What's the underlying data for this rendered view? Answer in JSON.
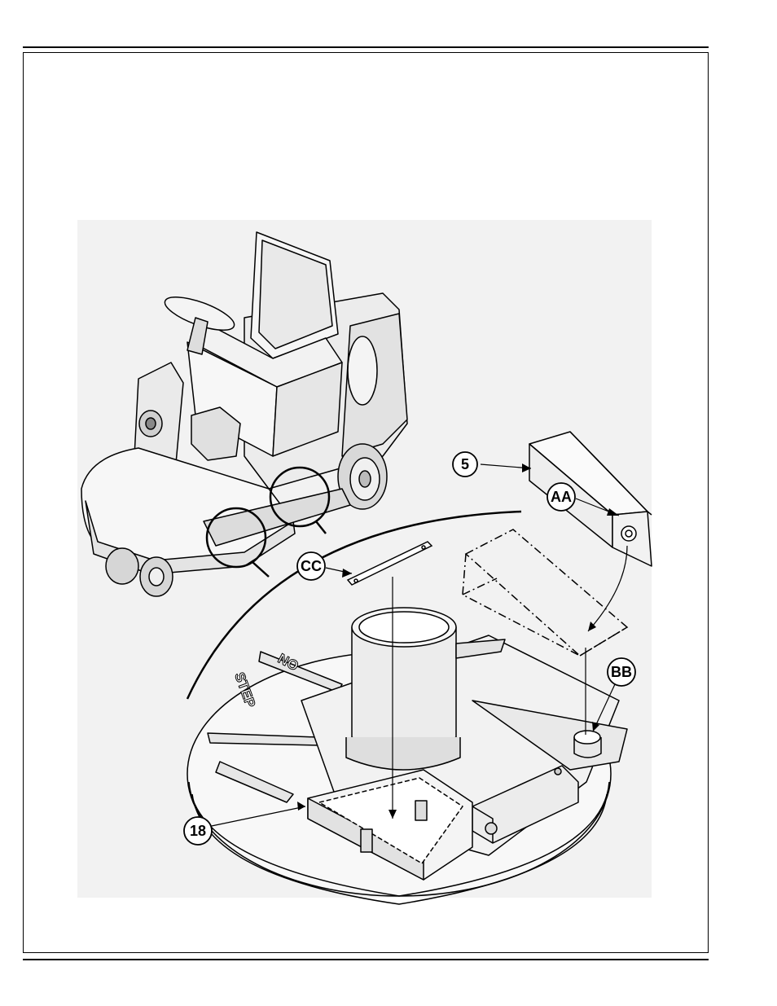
{
  "callouts": {
    "c5": "5",
    "aa": "AA",
    "cc": "CC",
    "bb": "BB",
    "c18": "18"
  },
  "decal": {
    "no": "NO",
    "step": "STEP"
  }
}
